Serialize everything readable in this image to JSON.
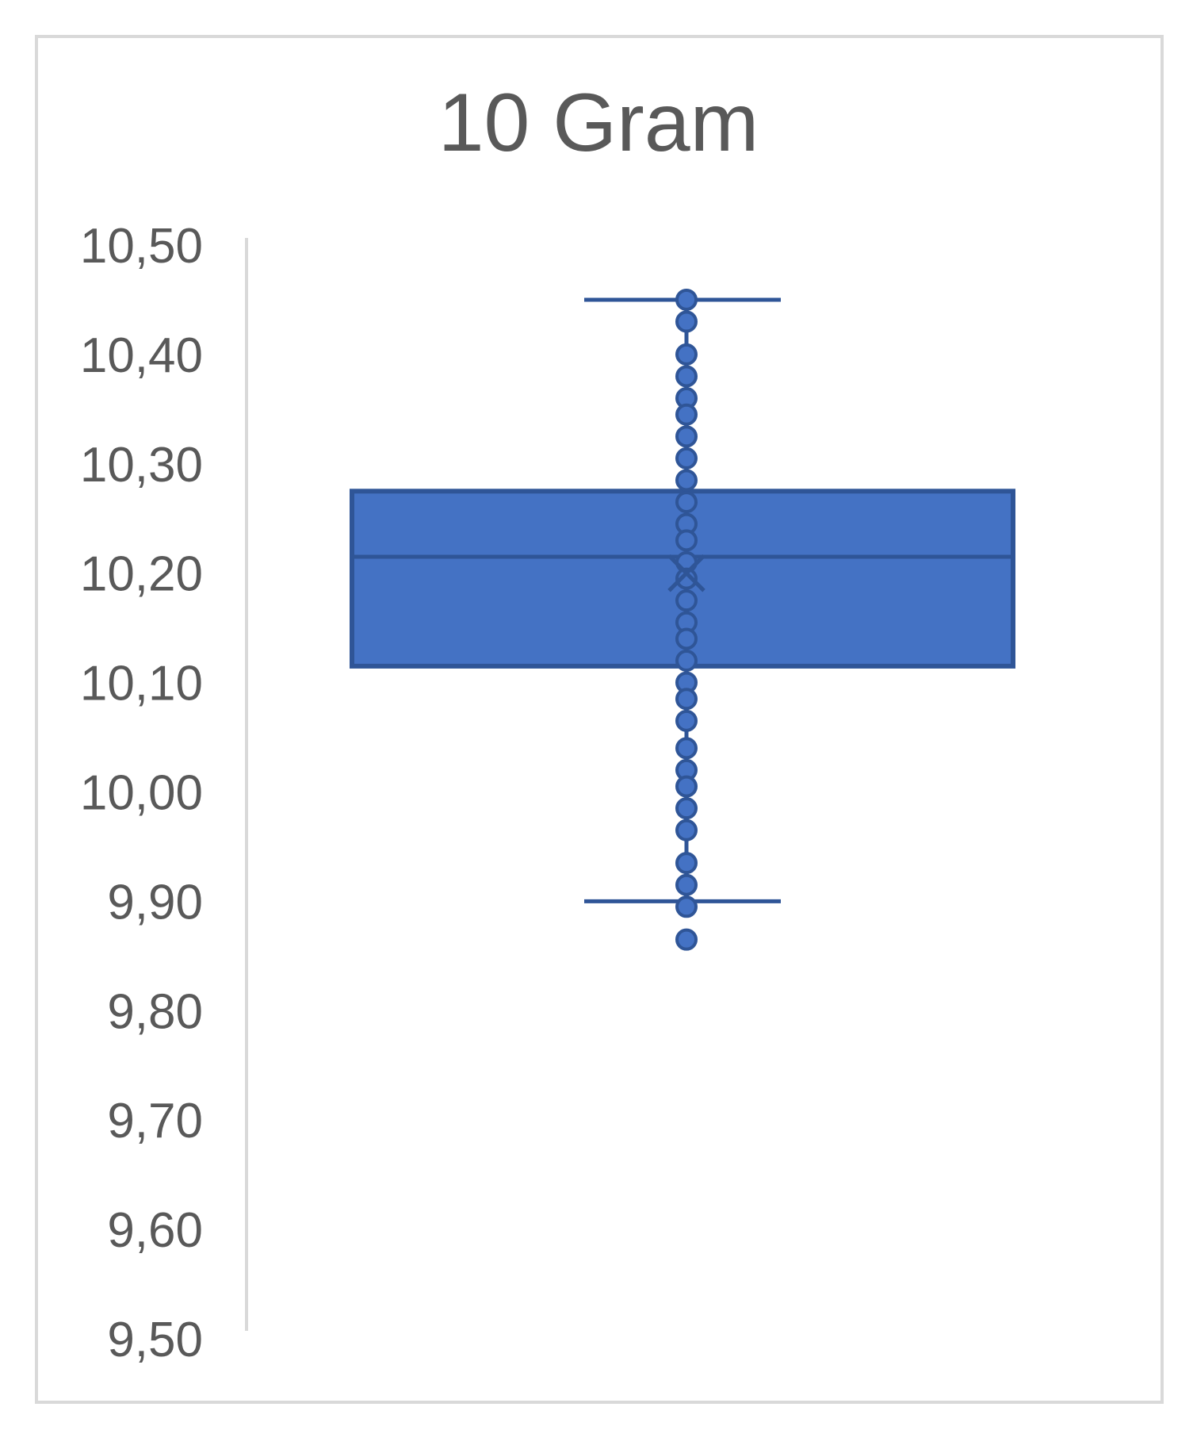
{
  "chart_data": {
    "type": "box",
    "title": "10 Gram",
    "xlabel": "",
    "ylabel": "",
    "ylim": [
      9.5,
      10.5
    ],
    "y_ticks": [
      "9,50",
      "9,60",
      "9,70",
      "9,80",
      "9,90",
      "10,00",
      "10,10",
      "10,20",
      "10,30",
      "10,40",
      "10,50"
    ],
    "grid": false,
    "legend": "none",
    "colors": {
      "box_fill": "#4472c4",
      "box_stroke": "#2f5597",
      "text": "#595959",
      "axis": "#d9d9d9"
    },
    "box": {
      "whisker_low": 9.9,
      "q1": 10.115,
      "median": 10.215,
      "q3": 10.275,
      "whisker_high": 10.45,
      "mean": 10.2
    },
    "points": [
      10.45,
      10.43,
      10.4,
      10.38,
      10.36,
      10.345,
      10.325,
      10.305,
      10.285,
      10.265,
      10.245,
      10.23,
      10.21,
      10.195,
      10.175,
      10.155,
      10.14,
      10.12,
      10.1,
      10.085,
      10.065,
      10.04,
      10.02,
      10.005,
      9.985,
      9.965,
      9.935,
      9.915,
      9.895,
      9.865
    ]
  }
}
